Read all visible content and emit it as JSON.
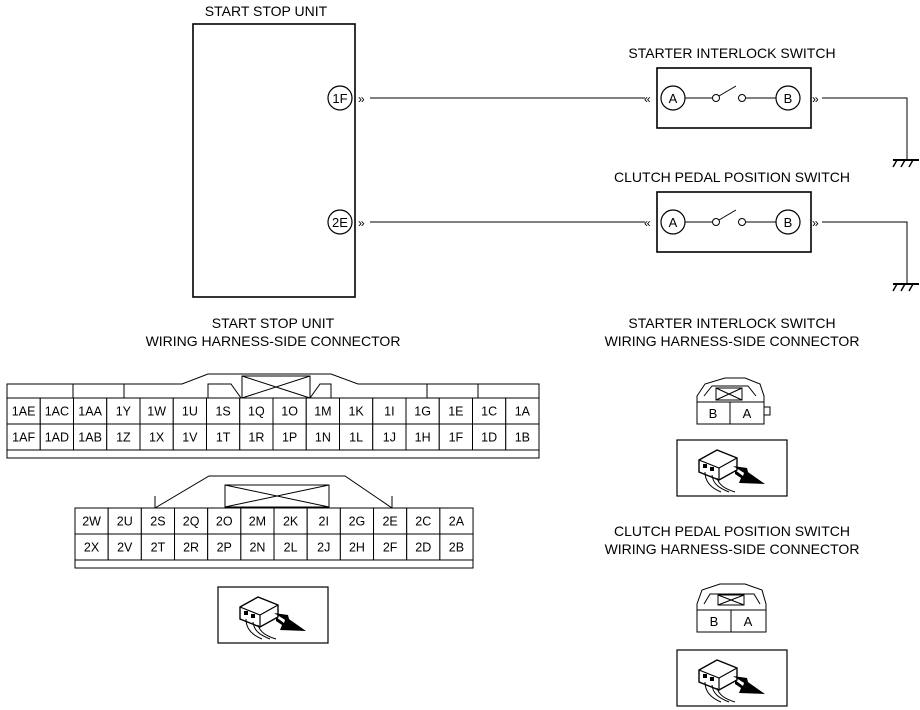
{
  "title_unit": "START STOP UNIT",
  "starter_switch": {
    "title": "STARTER INTERLOCK SWITCH",
    "pin_a": "A",
    "pin_b": "B"
  },
  "clutch_switch": {
    "title": "CLUTCH PEDAL POSITION SWITCH",
    "pin_a": "A",
    "pin_b": "B"
  },
  "unit_terminals": [
    "1F",
    "2E"
  ],
  "unit_connector": {
    "title_line1": "START STOP UNIT",
    "title_line2": "WIRING HARNESS-SIDE CONNECTOR",
    "connector1": {
      "top": [
        "1AE",
        "1AC",
        "1AA",
        "1Y",
        "1W",
        "1U",
        "1S",
        "1Q",
        "1O",
        "1M",
        "1K",
        "1I",
        "1G",
        "1E",
        "1C",
        "1A"
      ],
      "bottom": [
        "1AF",
        "1AD",
        "1AB",
        "1Z",
        "1X",
        "1V",
        "1T",
        "1R",
        "1P",
        "1N",
        "1L",
        "1J",
        "1H",
        "1F",
        "1D",
        "1B"
      ]
    },
    "connector2": {
      "top": [
        "2W",
        "2U",
        "2S",
        "2Q",
        "2O",
        "2M",
        "2K",
        "2I",
        "2G",
        "2E",
        "2C",
        "2A"
      ],
      "bottom": [
        "2X",
        "2V",
        "2T",
        "2R",
        "2P",
        "2N",
        "2L",
        "2J",
        "2H",
        "2F",
        "2D",
        "2B"
      ]
    }
  },
  "starter_connector": {
    "title_line1": "STARTER INTERLOCK SWITCH",
    "title_line2": "WIRING HARNESS-SIDE CONNECTOR",
    "pins": [
      "B",
      "A"
    ]
  },
  "clutch_connector": {
    "title_line1": "CLUTCH PEDAL POSITION SWITCH",
    "title_line2": "WIRING HARNESS-SIDE CONNECTOR",
    "pins": [
      "B",
      "A"
    ]
  },
  "icons": [
    "ground-icon",
    "connector-view-icon",
    "switch-contact-icon"
  ]
}
